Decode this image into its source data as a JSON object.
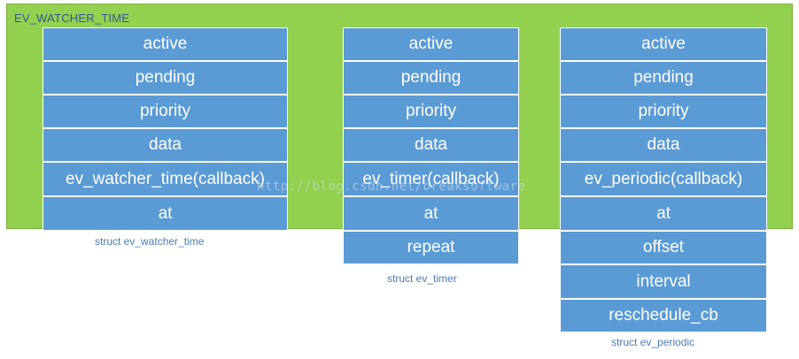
{
  "container": {
    "label": "EV_WATCHER_TIME"
  },
  "structs": [
    {
      "caption": "struct ev_watcher_time",
      "fields": [
        "active",
        "pending",
        "priority",
        "data",
        "ev_watcher_time(callback)",
        "at"
      ]
    },
    {
      "caption": "struct ev_timer",
      "fields": [
        "active",
        "pending",
        "priority",
        "data",
        "ev_timer(callback)",
        "at",
        "repeat"
      ]
    },
    {
      "caption": "struct ev_periodic",
      "fields": [
        "active",
        "pending",
        "priority",
        "data",
        "ev_periodic(callback)",
        "at",
        "offset",
        "interval",
        "reschedule_cb"
      ]
    }
  ],
  "watermark": "http://blog.csdn.net/breaksoftware",
  "colors": {
    "container": "#92d050",
    "cell": "#5b9bd5",
    "caption": "#4a7ab7",
    "label": "#2f5c8f"
  }
}
